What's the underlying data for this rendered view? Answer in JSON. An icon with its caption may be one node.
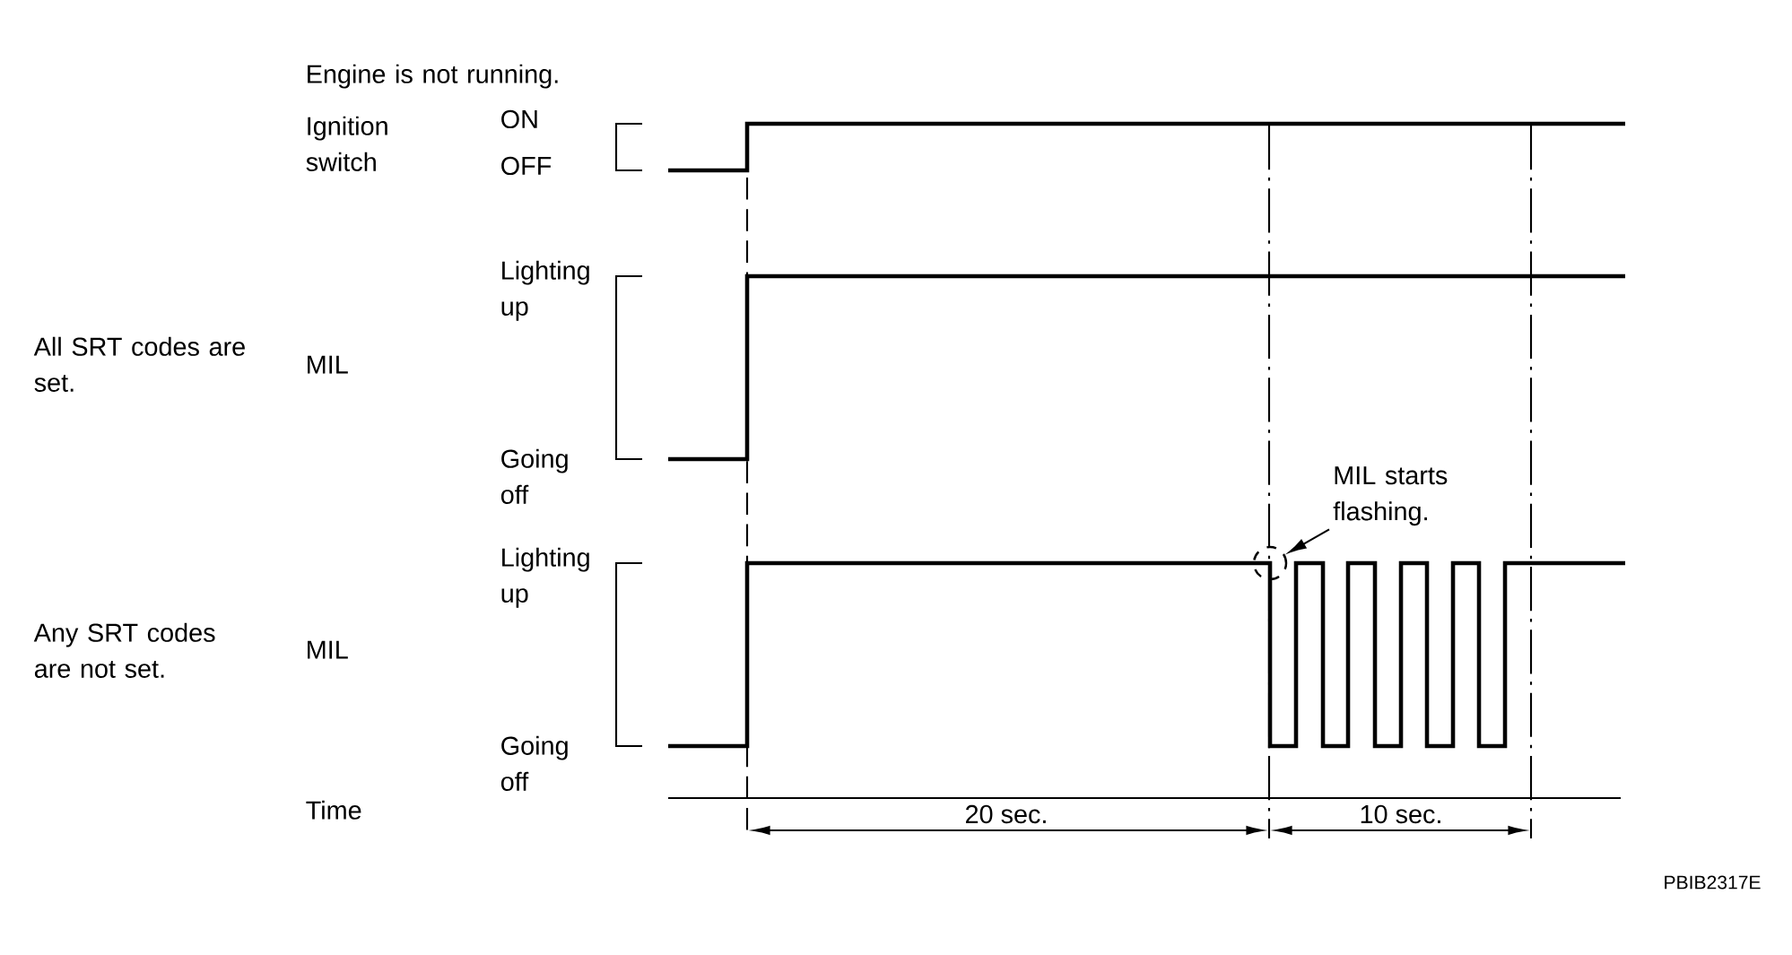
{
  "diagram": {
    "nodes": [
      {
        "text": [
          "MIL starts flashing."
        ]
      },
      {
        "text": [],
        "shape": "circle"
      }
    ],
    "edges": [
      {
        "from": 0,
        "to": 1,
        "arrow": "to"
      }
    ],
    "labels": [
      "Engine is not running.",
      "Ignition switch",
      "ON",
      "OFF",
      "Lighting up",
      "All SRT codes are set.",
      "MIL",
      "Going off",
      "Lighting up",
      "Any SRT codes are not set.",
      "MIL",
      "Going off",
      "Time",
      "20 sec.",
      "10 sec.",
      "PBIB2317E"
    ]
  }
}
